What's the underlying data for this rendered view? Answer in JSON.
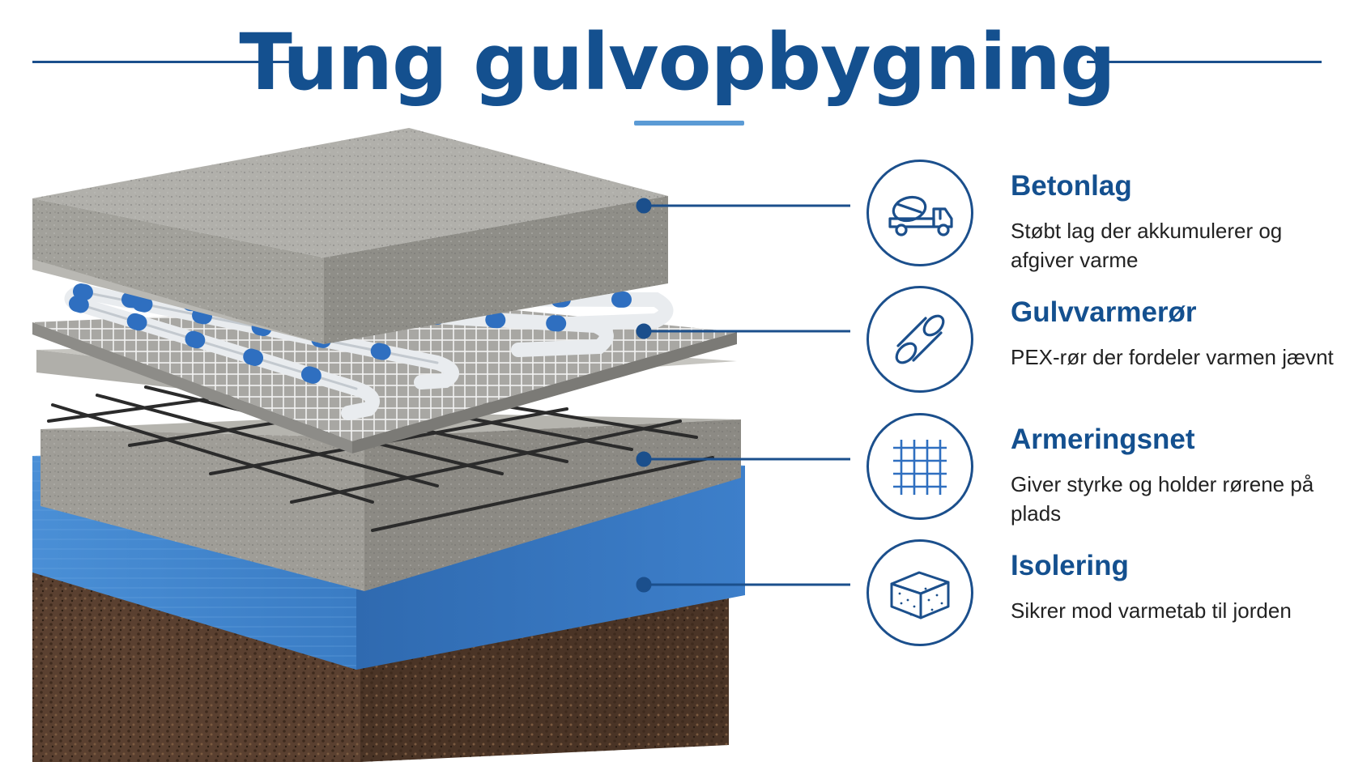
{
  "title": "Tung gulvopbygning",
  "colors": {
    "title": "#14508f",
    "accent_line": "#1b4f8c",
    "underline_accent": "#5b9bd5",
    "insulation": "#4a8fd6",
    "concrete": "#a9a9a6",
    "soil": "#5a4030",
    "pipe_clip": "#2f6fc0"
  },
  "layers": [
    {
      "name": "Betonlag",
      "description": "Støbt lag der akkumulerer og afgiver varme",
      "icon": "concrete-mixer-truck-icon"
    },
    {
      "name": "Gulvvarmerør",
      "description": "PEX-rør der fordeler varmen jævnt",
      "icon": "pipe-icon"
    },
    {
      "name": "Armeringsnet",
      "description": "Giver styrke og holder rørene på plads",
      "icon": "grid-mesh-icon"
    },
    {
      "name": "Isolering",
      "description": "Sikrer mod varmetab til jorden",
      "icon": "insulation-block-icon"
    }
  ]
}
